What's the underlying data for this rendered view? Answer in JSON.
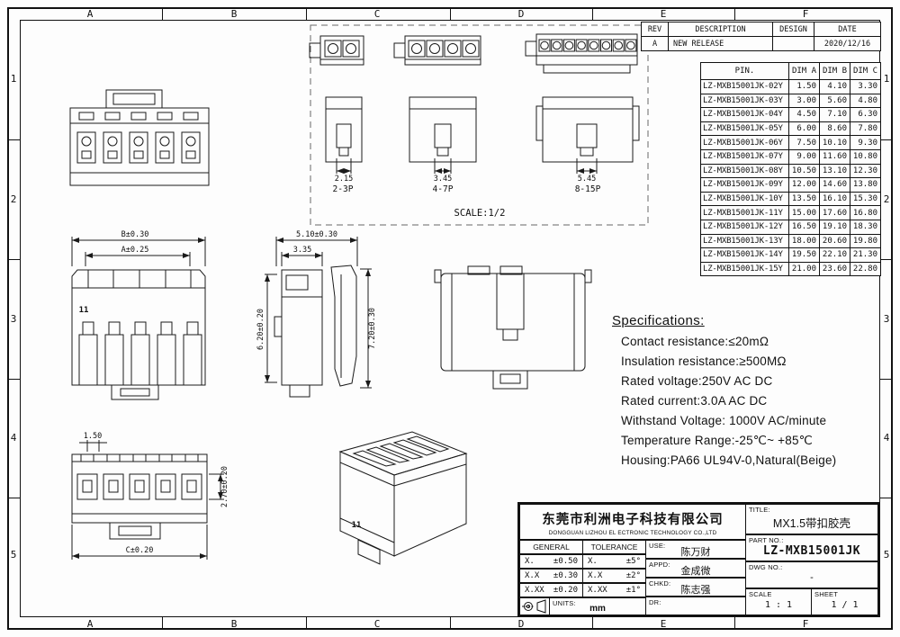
{
  "frame": {
    "columns": [
      "A",
      "B",
      "C",
      "D",
      "E",
      "F"
    ],
    "rows": [
      "1",
      "2",
      "3",
      "4",
      "5"
    ]
  },
  "revision_table": {
    "headers": [
      "REV",
      "DESCRIPTION",
      "DESIGN",
      "DATE"
    ],
    "rows": [
      {
        "rev": "A",
        "description": "NEW RELEASE",
        "design": "",
        "date": "2020/12/16"
      }
    ]
  },
  "pin_table": {
    "title": "PIN.",
    "dim_headers": [
      "DIM A",
      "DIM B",
      "DIM C"
    ],
    "rows": [
      {
        "pin": "LZ-MXB15001JK-02Y",
        "a": "1.50",
        "b": "4.10",
        "c": "3.30"
      },
      {
        "pin": "LZ-MXB15001JK-03Y",
        "a": "3.00",
        "b": "5.60",
        "c": "4.80"
      },
      {
        "pin": "LZ-MXB15001JK-04Y",
        "a": "4.50",
        "b": "7.10",
        "c": "6.30"
      },
      {
        "pin": "LZ-MXB15001JK-05Y",
        "a": "6.00",
        "b": "8.60",
        "c": "7.80"
      },
      {
        "pin": "LZ-MXB15001JK-06Y",
        "a": "7.50",
        "b": "10.10",
        "c": "9.30"
      },
      {
        "pin": "LZ-MXB15001JK-07Y",
        "a": "9.00",
        "b": "11.60",
        "c": "10.80"
      },
      {
        "pin": "LZ-MXB15001JK-08Y",
        "a": "10.50",
        "b": "13.10",
        "c": "12.30"
      },
      {
        "pin": "LZ-MXB15001JK-09Y",
        "a": "12.00",
        "b": "14.60",
        "c": "13.80"
      },
      {
        "pin": "LZ-MXB15001JK-10Y",
        "a": "13.50",
        "b": "16.10",
        "c": "15.30"
      },
      {
        "pin": "LZ-MXB15001JK-11Y",
        "a": "15.00",
        "b": "17.60",
        "c": "16.80"
      },
      {
        "pin": "LZ-MXB15001JK-12Y",
        "a": "16.50",
        "b": "19.10",
        "c": "18.30"
      },
      {
        "pin": "LZ-MXB15001JK-13Y",
        "a": "18.00",
        "b": "20.60",
        "c": "19.80"
      },
      {
        "pin": "LZ-MXB15001JK-14Y",
        "a": "19.50",
        "b": "22.10",
        "c": "21.30"
      },
      {
        "pin": "LZ-MXB15001JK-15Y",
        "a": "21.00",
        "b": "23.60",
        "c": "22.80"
      }
    ]
  },
  "specifications": {
    "title": "Specifications:",
    "lines": [
      "Contact resistance:≤20mΩ",
      "Insulation resistance:≥500MΩ",
      "Rated voltage:250V AC DC",
      "Rated current:3.0A AC DC",
      "Withstand Voltage: 1000V AC/minute",
      "Temperature Range:-25℃~ +85℃",
      "Housing:PA66 UL94V-0,Natural(Beige)"
    ]
  },
  "views": {
    "scale_note": "SCALE:1/2",
    "groups": [
      {
        "label": "2-3P",
        "dim": "2.15"
      },
      {
        "label": "4-7P",
        "dim": "3.45"
      },
      {
        "label": "8-15P",
        "dim": "5.45"
      }
    ],
    "front_dims": {
      "outer": "B±0.30",
      "inner": "A±0.25"
    },
    "side_dims": {
      "top_outer": "5.10±0.30",
      "top_inner": "3.35",
      "left": "6.20±0.20",
      "right": "7.20±0.30"
    },
    "bottom_dims": {
      "pitch": "1.50",
      "height": "2.70±0.20",
      "width": "C±0.20"
    },
    "face_mark": "11"
  },
  "title_block": {
    "company_cn": "东莞市利洲电子科技有限公司",
    "company_en": "DONGGUAN LIZHOU EL ECTRONIC TECHNOLOGY CO.,LTD",
    "tolerance": {
      "header_left": "GENERAL",
      "header_right": "TOLERANCE",
      "rows": [
        {
          "l_label": "X.",
          "l_value": "±0.50",
          "r_label": "X.",
          "r_value": "±5°"
        },
        {
          "l_label": "X.X",
          "l_value": "±0.30",
          "r_label": "X.X",
          "r_value": "±2°"
        },
        {
          "l_label": "X.XX",
          "l_value": "±0.20",
          "r_label": "X.XX",
          "r_value": "±1°"
        }
      ],
      "units_label": "UNITS:",
      "units_value": "mm"
    },
    "signoff": [
      {
        "label": "USE:",
        "value": "陈万财"
      },
      {
        "label": "APPD:",
        "value": "金成微"
      },
      {
        "label": "CHKD:",
        "value": "陈志强"
      },
      {
        "label": "DR:",
        "value": ""
      }
    ],
    "title_label": "TITLE:",
    "title_value": "MX1.5带扣胶壳",
    "part_label": "PART NO.:",
    "part_value": "LZ-MXB15001JK",
    "dwg_label": "DWG NO.:",
    "dwg_value": "-",
    "scale_label": "SCALE",
    "scale_value": "1 : 1",
    "sheet_label": "SHEET",
    "sheet_value": "1 / 1"
  }
}
